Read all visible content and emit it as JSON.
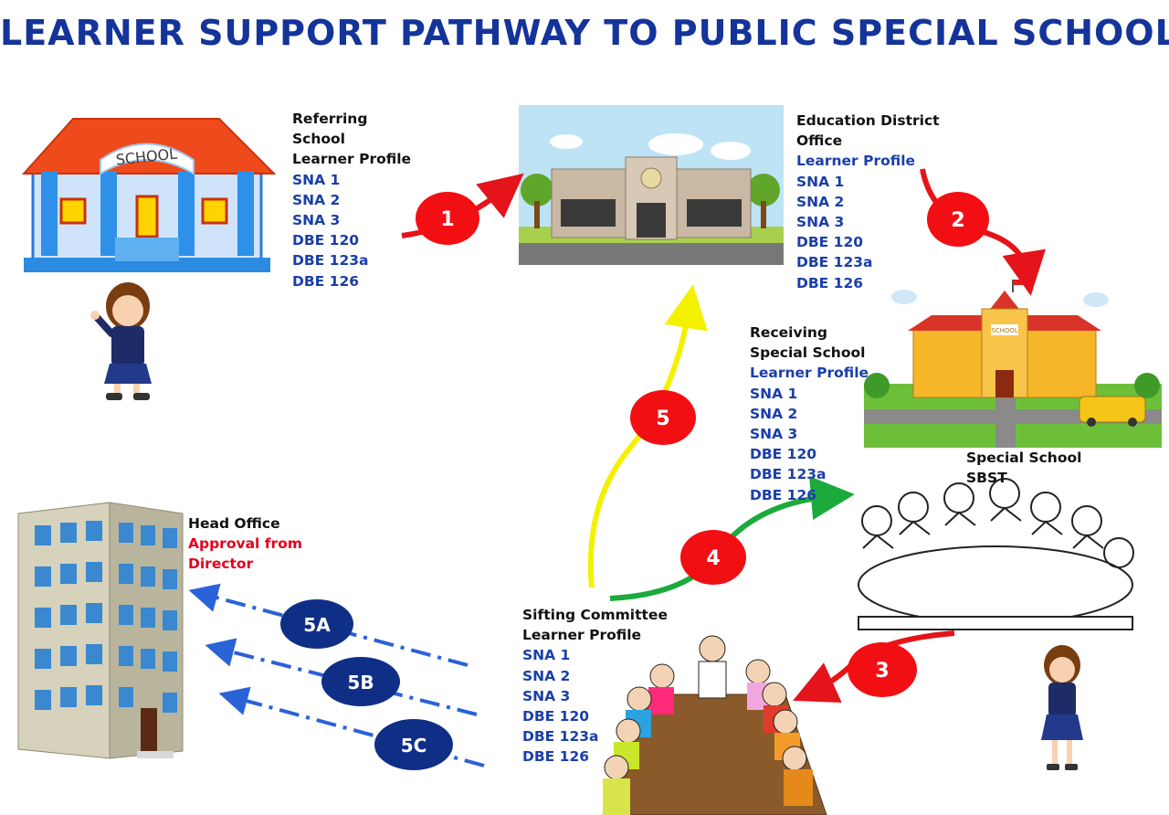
{
  "title": "LEARNER SUPPORT PATHWAY TO PUBLIC SPECIAL SCHOOLS",
  "nodes": {
    "referring": {
      "heading": [
        "Referring",
        "School",
        "Learner Profile"
      ],
      "items": [
        "SNA 1",
        "SNA 2",
        "SNA 3",
        "DBE 120",
        "DBE 123a",
        "DBE 126"
      ]
    },
    "district": {
      "heading": [
        "Education District",
        "Office"
      ],
      "profile": "Learner Profile",
      "items": [
        "SNA 1",
        "SNA 2",
        "SNA 3",
        "DBE 120",
        "DBE 123a",
        "DBE 126"
      ]
    },
    "receiving": {
      "heading": [
        "Receiving",
        "Special School"
      ],
      "profile": "Learner Profile",
      "items": [
        "SNA 1",
        "SNA 2",
        "SNA 3",
        "DBE 120",
        "DBE 123a",
        "DBE 126"
      ]
    },
    "sbst": {
      "heading": [
        "Special School",
        "SBST"
      ]
    },
    "sifting": {
      "heading": [
        "Sifting Committee",
        "Learner Profile"
      ],
      "items": [
        "SNA 1",
        "SNA 2",
        "SNA 3",
        "DBE 120",
        "DBE 123a",
        "DBE 126"
      ]
    },
    "headoffice": {
      "heading": "Head Office",
      "approval": [
        "Approval from",
        "Director"
      ]
    }
  },
  "steps": [
    "1",
    "2",
    "3",
    "4",
    "5",
    "5A",
    "5B",
    "5C"
  ],
  "colors": {
    "title": "#14349a",
    "item_text": "#1a3faa",
    "approval": "#e3001b",
    "step_red": "#f20f14",
    "step_navy": "#0f2f86",
    "arrow_red": "#e4141a",
    "arrow_green": "#1caa3c",
    "arrow_yellow": "#f4f100",
    "arrow_blue": "#2a62d8"
  }
}
